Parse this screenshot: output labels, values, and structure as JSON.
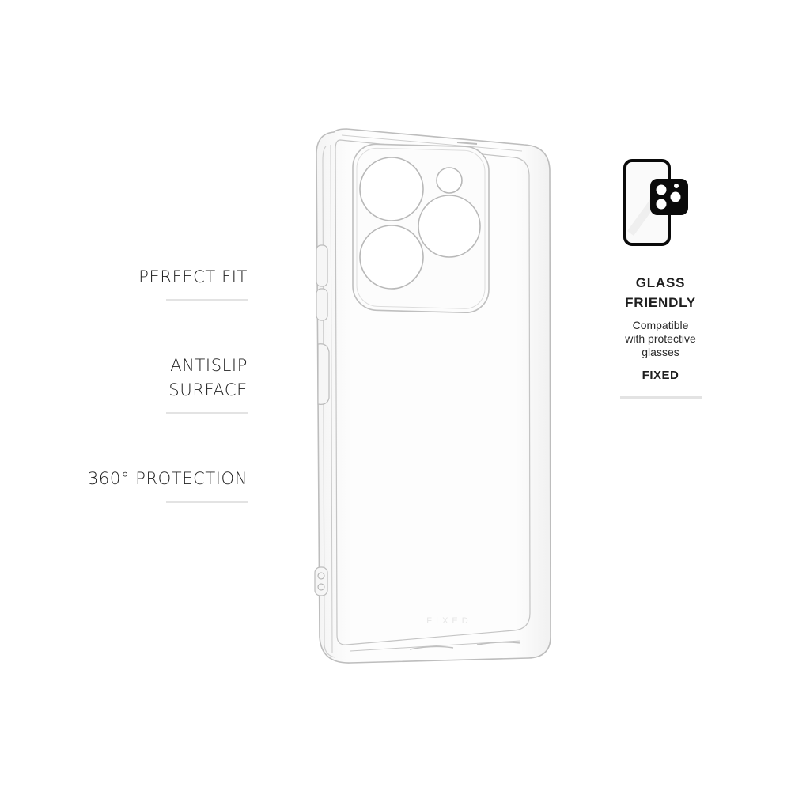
{
  "features": [
    {
      "label": "PERFECT FIT"
    },
    {
      "label_line1": "ANTISLIP",
      "label_line2": "SURFACE"
    },
    {
      "label": "360° PROTECTION"
    }
  ],
  "product": {
    "type": "clear phone case",
    "watermark": "FIXED",
    "colors": {
      "outline": "#b9b9b9",
      "fill": "#fbfbfb"
    }
  },
  "glass_friendly": {
    "icon": "phone-with-camera-glass-icon",
    "title_line1": "GLASS",
    "title_line2": "FRIENDLY",
    "desc_line1": "Compatible",
    "desc_line2": "with protective",
    "desc_line3": "glasses",
    "brand": "FIXED",
    "colors": {
      "icon": "#0a0a0a"
    }
  },
  "colors": {
    "background": "#ffffff",
    "text": "#1e1e1e",
    "rule": "#e3e3e3"
  }
}
